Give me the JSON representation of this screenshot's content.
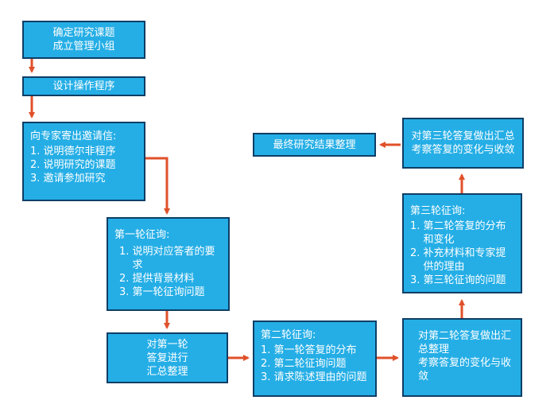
{
  "colors": {
    "box_fill": "#25AEE6",
    "box_border": "#0E3E66",
    "arrow": "#E0502A",
    "text": "#FFFFFF"
  },
  "steps": {
    "define_topic": {
      "lines": [
        "确定研究课题",
        "成立管理小组"
      ]
    },
    "design_procedure": {
      "text": "设计操作程序"
    },
    "send_invitation": {
      "title": "向专家寄出邀请信:",
      "items": [
        {
          "num": "1.",
          "text": "说明德尔非程序"
        },
        {
          "num": "2.",
          "text": "说明研究的课题"
        },
        {
          "num": "3.",
          "text": "邀请参加研究"
        }
      ]
    },
    "round1": {
      "title": "第一轮征询:",
      "items": [
        {
          "num": "1.",
          "text": "说明对应答者的要求"
        },
        {
          "num": "2.",
          "text": "提供背景材料"
        },
        {
          "num": "3.",
          "text": "第一轮征询问题"
        }
      ]
    },
    "summary1": {
      "lines": [
        "对第一轮",
        "答复进行",
        "汇总整理"
      ]
    },
    "round2": {
      "title": "第二轮征询:",
      "items": [
        {
          "num": "1.",
          "text": "第一轮答复的分布"
        },
        {
          "num": "2.",
          "text": "第二轮征询问题"
        },
        {
          "num": "3.",
          "text": "请求陈述理由的问题"
        }
      ]
    },
    "summary2": {
      "lines": [
        "对第二轮答复做出汇总整理",
        "考察答复的变化与收敛"
      ]
    },
    "round3": {
      "title": "第三轮征询:",
      "items": [
        {
          "num": "1.",
          "text": "第二轮答复的分布和变化"
        },
        {
          "num": "2.",
          "text": "补充材料和专家提供的理由"
        },
        {
          "num": "3.",
          "text": "第三轮征询的问题"
        }
      ]
    },
    "summary3": {
      "lines": [
        "对第三轮答复做出汇总",
        "考察答复的变化与收敛"
      ]
    },
    "final": {
      "text": "最终研究结果整理"
    }
  }
}
